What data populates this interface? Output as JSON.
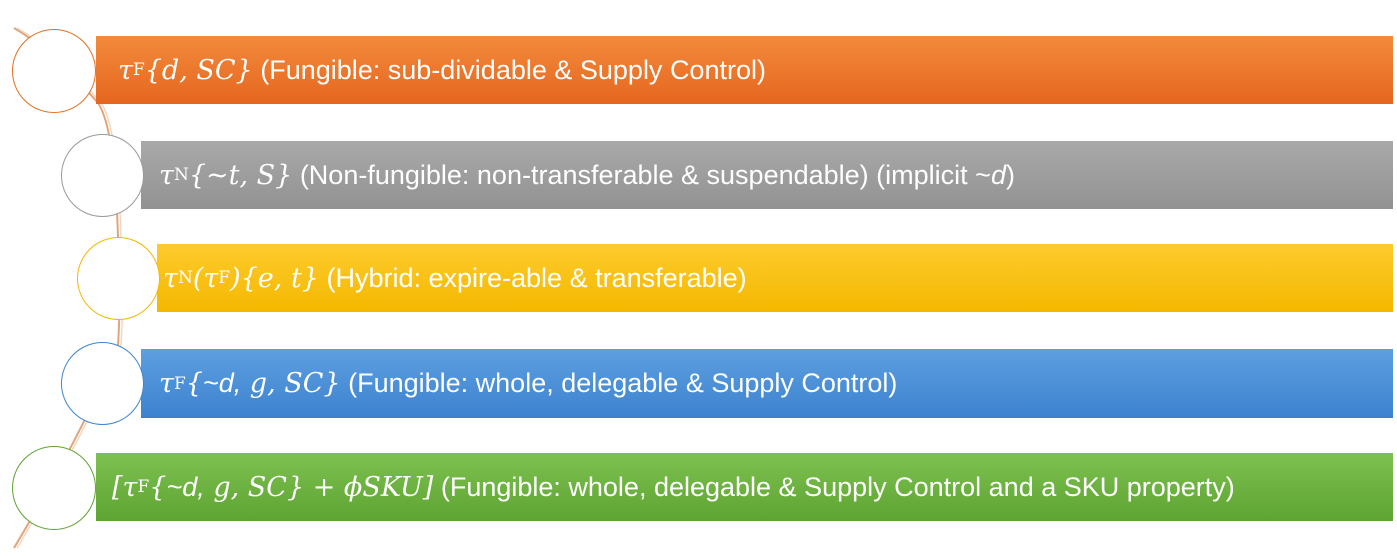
{
  "colors": {
    "orange": "#e6661f",
    "gray": "#929292",
    "yellow": "#f5b800",
    "blue": "#3d82cf",
    "green": "#5ea433",
    "arc": "#e0a57a"
  },
  "rows": [
    {
      "math": "τ",
      "sub": "F",
      "math_tail": "{d, SC}",
      "text": " (Fungible: sub-dividable & Supply Control)",
      "extra": "",
      "extra_italic": ""
    },
    {
      "math": "τ",
      "sub": "N",
      "math_tail": "{~t, S}",
      "text": " (Non-fungible: non-transferable & suspendable) (implicit ~",
      "extra": "",
      "extra_italic": "d",
      "extra_close": ")"
    },
    {
      "math": "τ",
      "sub": "N",
      "math_mid": "(τ",
      "sub2": "F",
      "math_tail": "){e, t}",
      "text": " (Hybrid: expire-able & transferable)"
    },
    {
      "math": "τ",
      "sub": "F",
      "math_tail": "{",
      "plain_mid": "~d,",
      "math_tail2": " g, SC}",
      "text": " (Fungible: whole, delegable & Supply Control)"
    },
    {
      "math_open": "[τ",
      "sub": "F",
      "math_tail": "{",
      "plain_mid": "~d,",
      "math_tail2": " g, SC} + ϕSKU]",
      "text": " (Fungible: whole, delegable & Supply Control and a SKU property)"
    }
  ]
}
